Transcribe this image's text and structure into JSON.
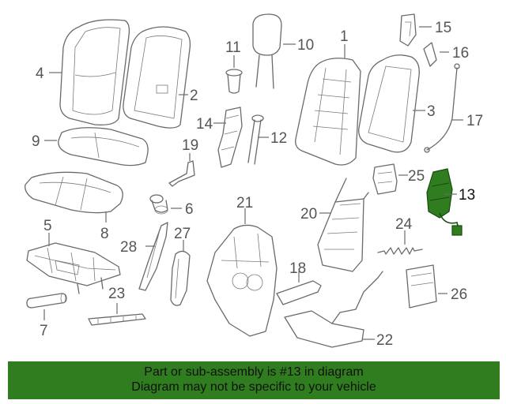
{
  "callouts": {
    "c1": "1",
    "c2": "2",
    "c3": "3",
    "c4": "4",
    "c5": "5",
    "c6": "6",
    "c7": "7",
    "c8": "8",
    "c9": "9",
    "c10": "10",
    "c11": "11",
    "c12": "12",
    "c13": "13",
    "c14": "14",
    "c15": "15",
    "c16": "16",
    "c17": "17",
    "c18": "18",
    "c19": "19",
    "c20": "20",
    "c21": "21",
    "c22": "22",
    "c23": "23",
    "c24": "24",
    "c25": "25",
    "c26": "26",
    "c27": "27",
    "c28": "28"
  },
  "highlight": {
    "part": "13",
    "color": "#2f7d1f"
  },
  "banner": {
    "line1": "Part or sub-assembly is #13 in diagram",
    "line2": "Diagram may not be specific to your vehicle",
    "background": "#2f7d1f"
  }
}
